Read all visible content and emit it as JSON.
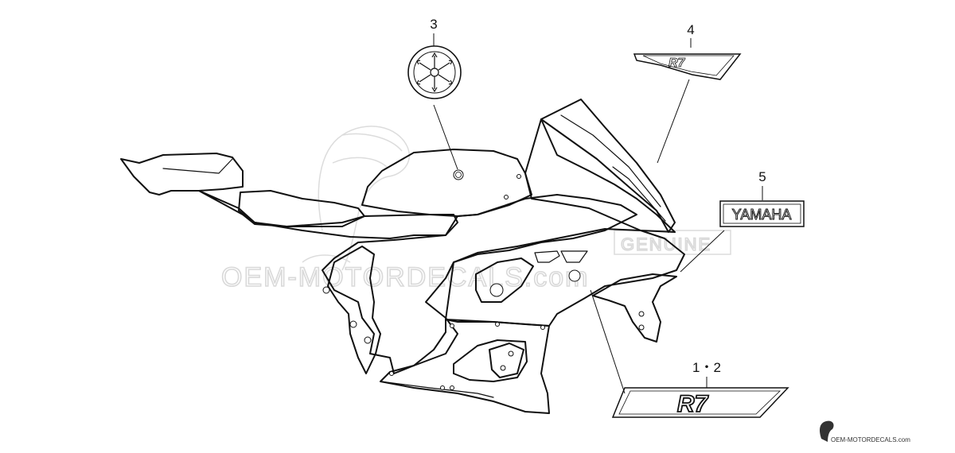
{
  "callouts": {
    "c12": "1・2",
    "c3": "3",
    "c4": "4",
    "c5": "5"
  },
  "decals": {
    "yamaha_label": "YAMAHA",
    "r7_label": "R7"
  },
  "watermark": {
    "main_text": "OEM-MOTORDECALS.com",
    "badge_text": "GENUINE",
    "footer_text": "OEM-MOTORDECALS.com"
  },
  "colors": {
    "line": "#111111",
    "watermark": "#d9d9d9",
    "background": "#ffffff"
  }
}
